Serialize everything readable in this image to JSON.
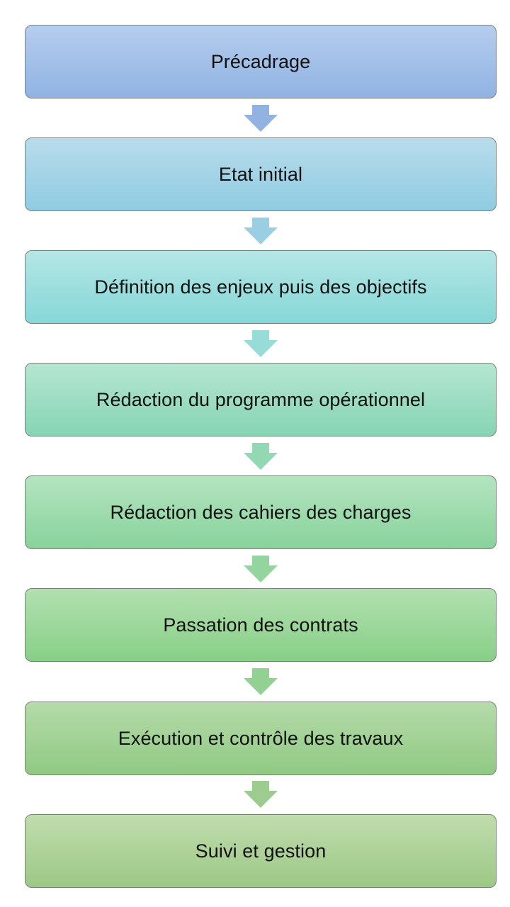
{
  "steps": [
    {
      "label": "Précadrage",
      "color_top": "#b6cdee",
      "color_bottom": "#8fb3e2",
      "arrow_color": "#92b3e2"
    },
    {
      "label": "Etat initial",
      "color_top": "#b8dcec",
      "color_bottom": "#8fcbe1",
      "arrow_color": "#9acfe3"
    },
    {
      "label": "Définition des enjeux puis des objectifs",
      "color_top": "#b4e6e5",
      "color_bottom": "#86d7d7",
      "arrow_color": "#98dcd8"
    },
    {
      "label": "Rédaction du programme opérationnel",
      "color_top": "#b5e6d1",
      "color_bottom": "#86d4b4",
      "arrow_color": "#92d8b3"
    },
    {
      "label": "Rédaction des cahiers des charges",
      "color_top": "#b4e4bf",
      "color_bottom": "#88d29c",
      "arrow_color": "#93d49f"
    },
    {
      "label": "Passation des contrats",
      "color_top": "#b2e0b0",
      "color_bottom": "#88cf87",
      "arrow_color": "#93d192"
    },
    {
      "label": "Exécution et contrôle des travaux",
      "color_top": "#b5dba9",
      "color_bottom": "#90c983",
      "arrow_color": "#9ccc8e"
    },
    {
      "label": "Suivi et gestion",
      "color_top": "#c0dcad",
      "color_bottom": "#9cc885",
      "arrow_color": null
    }
  ]
}
